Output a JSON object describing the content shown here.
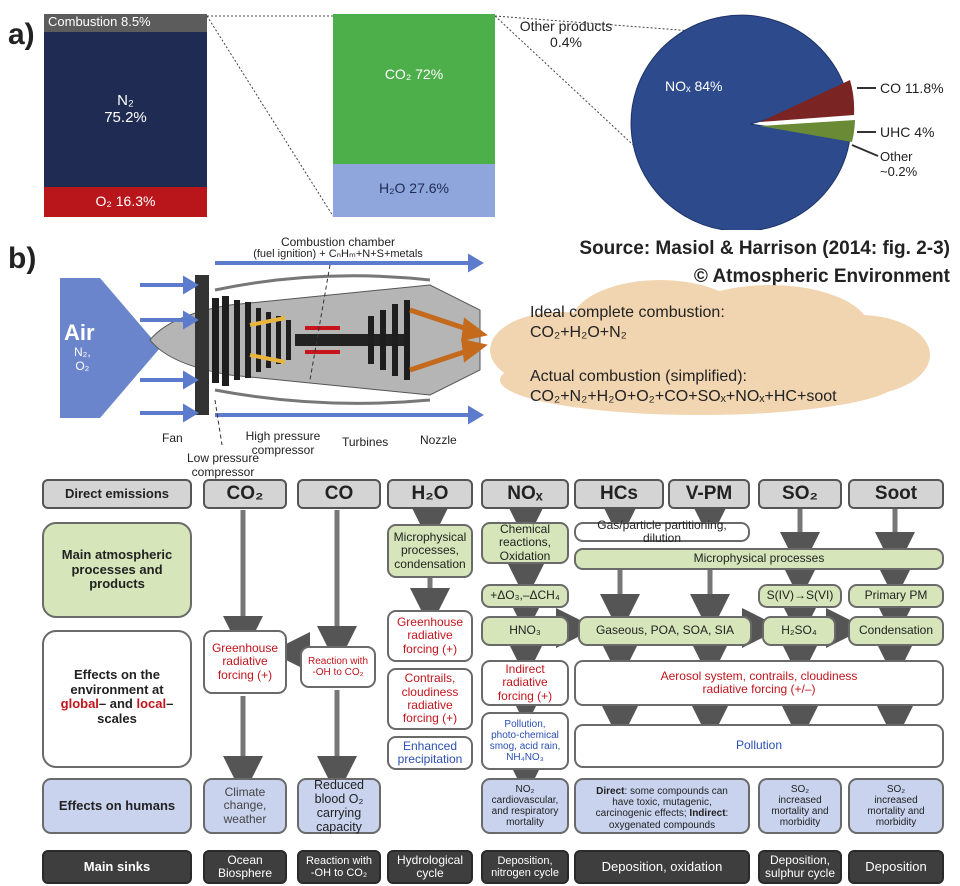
{
  "panel_a": {
    "label": "a)",
    "bar1": {
      "combustion": "Combustion 8.5%",
      "n2": "N₂\n75.2%",
      "o2": "O₂ 16.3%"
    },
    "bar2": {
      "co2": "CO₂ 72%",
      "h2o": "H₂O 27.6%"
    },
    "other_products": "Other products\n0.4%",
    "pie": {
      "nox": "NOₓ 84%",
      "co": "CO 11.8%",
      "uhc": "UHC 4%",
      "other": "Other\n~0.2%"
    },
    "colors": {
      "n2": "#1f2b52",
      "o2": "#b8161b",
      "combustion": "#5c5c5c",
      "co2": "#4daf4a",
      "h2o": "#8ea6dc",
      "nox": "#2d4a8c",
      "co": "#7a2423",
      "uhc": "#6a8a36"
    }
  },
  "panel_b": {
    "label": "b)",
    "source_line1": "Source: Masiol & Harrison (2014: fig. 2-3)",
    "source_line2": "© Atmospheric Environment",
    "air": "Air",
    "air_sub": "N₂,\nO₂",
    "combustion_chamber": "Combustion chamber",
    "fuel_ignition": "(fuel ignition) + CₙHₘ+N+S+metals",
    "fan": "Fan",
    "high_pressure": "High pressure\ncompressor",
    "turbines": "Turbines",
    "nozzle": "Nozzle",
    "low_pressure": "Low pressure\ncompressor",
    "ideal_title": "Ideal complete combustion:",
    "ideal_formula": "CO₂+H₂O+N₂",
    "actual_title": "Actual combustion (simplified):",
    "actual_formula": "CO₂+N₂+H₂O+O₂+CO+SOₓ+NOₓ+HC+soot"
  },
  "table": {
    "row_labels": {
      "direct": "Direct emissions",
      "processes": "Main atmospheric\nprocesses and\nproducts",
      "effects_env_1": "Effects on the\nenvironment at",
      "effects_env_global": "global",
      "effects_env_and": "– and ",
      "effects_env_local": "local",
      "effects_env_end": "–\nscales",
      "humans": "Effects on humans",
      "sinks": "Main sinks"
    },
    "headers": {
      "co2": "CO₂",
      "co": "CO",
      "h2o": "H₂O",
      "nox": "NOₓ",
      "hcs": "HCs",
      "vpm": "V-PM",
      "so2": "SO₂",
      "soot": "Soot"
    },
    "microphysical_h2o": "Microphysical\nprocesses,\ncondensation",
    "chemical": "Chemical\nreactions,\nOxidation",
    "gas_particle": "Gas/particle partitioning, dilution",
    "microphysical": "Microphysical processes",
    "delta_o3": "+ΔO₃,–ΔCH₄",
    "siv": "S(IV)→S(VI)",
    "primary_pm": "Primary PM",
    "hno3": "HNO₃",
    "gaseous": "Gaseous, POA, SOA, SIA",
    "h2so4": "H₂SO₄",
    "condensation": "Condensation",
    "greenhouse_co2": "Greenhouse\nradiative\nforcing (+)",
    "reaction_oh": "Reaction with\n-OH to CO₂",
    "greenhouse_h2o": "Greenhouse\nradiative\nforcing (+)",
    "contrails": "Contrails,\ncloudiness\nradiative\nforcing (+)",
    "enhanced_precip": "Enhanced\nprecipitation",
    "indirect": "Indirect\nradiative\nforcing (+)",
    "aerosol": "Aerosol system, contrails, cloudiness\nradiative forcing (+/–)",
    "pollution_nox": "Pollution,\nphoto-chemical\nsmog, acid rain,\nNH₄NO₃",
    "pollution": "Pollution",
    "climate_change": "Climate\nchange,\nweather",
    "reduced_blood": "Reduced\nblood O₂\ncarrying\ncapacity",
    "nox_human": "NO₂\ncardiovascular,\nand respiratory\nmortality",
    "direct_human_b": "Direct",
    "direct_human_1": ": some compounds can\nhave toxic, mutagenic,\ncarcinogenic effects; ",
    "direct_human_b2": "Indirect",
    "direct_human_2": ":\noxygenated compounds",
    "so2_human": "SO₂\nincreased\nmortality and\nmorbidity",
    "soot_human": "SO₂\nincreased\nmortality and\nmorbidity",
    "sink_ocean": "Ocean\nBiosphere",
    "sink_reaction": "Reaction with\n-OH to CO₂",
    "sink_hydro": "Hydrological\ncycle",
    "sink_nox": "Deposition,\nnitrogen cycle",
    "sink_hcs": "Deposition, oxidation",
    "sink_so2": "Deposition,\nsulphur cycle",
    "sink_soot": "Deposition"
  }
}
